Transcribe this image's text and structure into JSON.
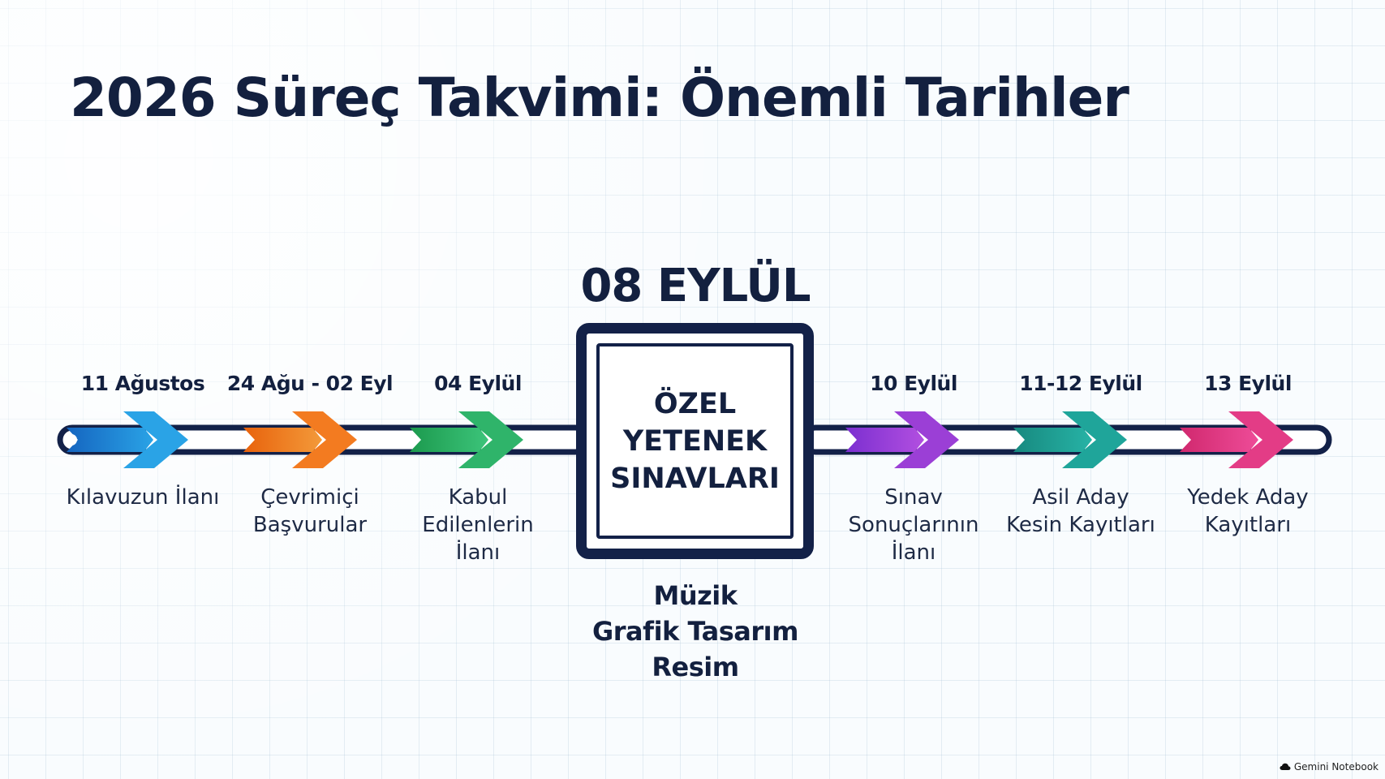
{
  "title": "2026 Süreç Takvimi: Önemli Tarihler",
  "timeline": {
    "track_color": "#132148",
    "events_left": [
      {
        "date": "11 Ağustos",
        "description": "Kılavuzun İlanı",
        "color": "#2aa3e6"
      },
      {
        "date": "24 Ağu - 02 Eyl",
        "description": "Çevrimiçi Başvurular",
        "color": "#f37b20"
      },
      {
        "date": "04 Eylül",
        "description": "Kabul Edilenlerin İlanı",
        "color": "#2fb46a"
      }
    ],
    "center": {
      "date": "08 EYLÜL",
      "title": "ÖZEL YETENEK SINAVLARI",
      "programs": [
        "Müzik",
        "Grafik Tasarım",
        "Resim"
      ]
    },
    "events_right": [
      {
        "date": "10 Eylül",
        "description": "Sınav Sonuçlarının İlanı",
        "color": "#9b3fd6"
      },
      {
        "date": "11-12 Eylül",
        "description": "Asil Aday Kesin Kayıtları",
        "color": "#1fa59a"
      },
      {
        "date": "13 Eylül",
        "description": "Yedek Aday Kayıtları",
        "color": "#e33c86"
      }
    ]
  },
  "watermark": {
    "text": "Gemini Notebook",
    "icon": "cloud-icon"
  }
}
